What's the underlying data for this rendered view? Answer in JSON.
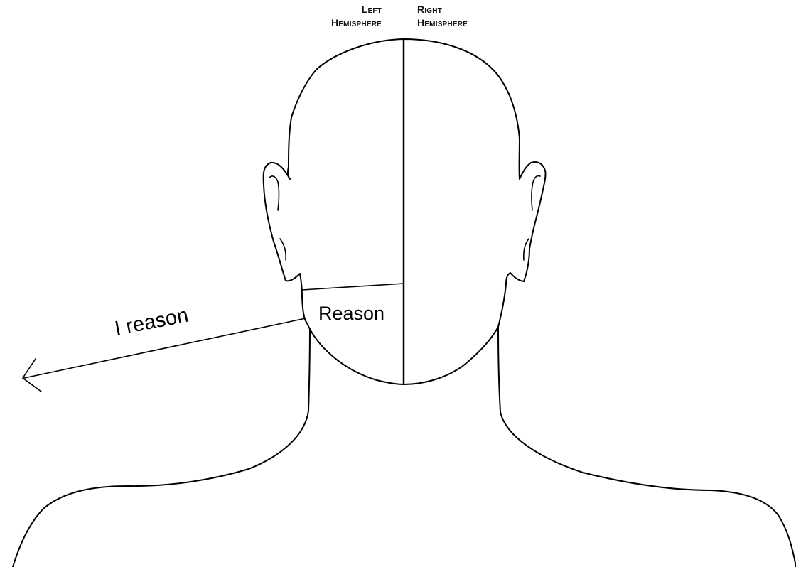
{
  "hemispheres": {
    "left": {
      "line1": "Left",
      "line2": "Hemisphere"
    },
    "right": {
      "line1": "Right",
      "line2": "Hemisphere"
    }
  },
  "region_label": "Reason",
  "arrow_label": "I reason",
  "colors": {
    "background": "#ffffff",
    "stroke": "#000000"
  }
}
